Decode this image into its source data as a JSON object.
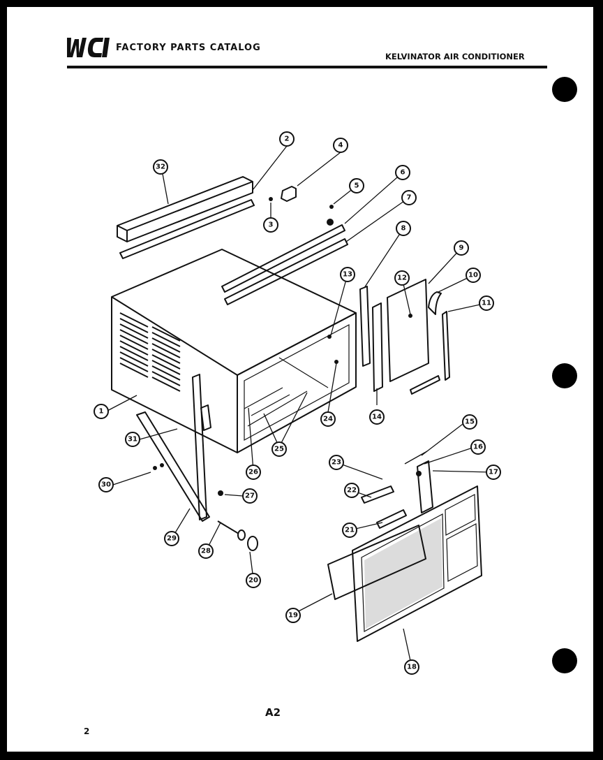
{
  "header": {
    "logo_text": "WCI",
    "title": "FACTORY PARTS CATALOG",
    "subtitle": "KELVINATOR AIR CONDITIONER"
  },
  "footer": {
    "page_label": "A2",
    "page_number": "2"
  },
  "callouts": [
    "1",
    "2",
    "3",
    "4",
    "5",
    "6",
    "7",
    "8",
    "9",
    "10",
    "11",
    "12",
    "13",
    "14",
    "15",
    "16",
    "17",
    "23",
    "22",
    "21",
    "24",
    "25",
    "26",
    "27",
    "28",
    "29",
    "20",
    "30",
    "31",
    "32",
    "18",
    "19"
  ]
}
